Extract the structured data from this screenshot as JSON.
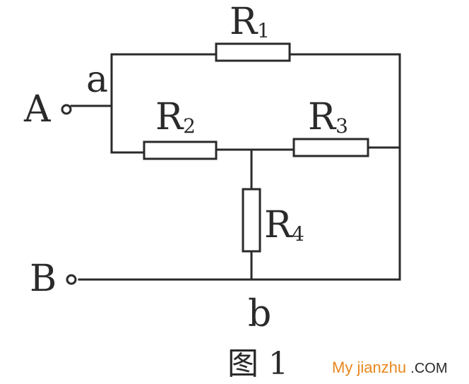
{
  "diagram": {
    "terminals": {
      "A": "A",
      "B": "B"
    },
    "nodes": {
      "a": "a",
      "b": "b"
    },
    "resistors": [
      {
        "id": "R1",
        "letter": "R",
        "sub": "1"
      },
      {
        "id": "R2",
        "letter": "R",
        "sub": "2"
      },
      {
        "id": "R3",
        "letter": "R",
        "sub": "3"
      },
      {
        "id": "R4",
        "letter": "R",
        "sub": "4"
      }
    ],
    "caption": "图 1"
  },
  "watermark": {
    "main": "My jianzhu",
    "domain": ".COM",
    "main_color": "#e8871e"
  }
}
